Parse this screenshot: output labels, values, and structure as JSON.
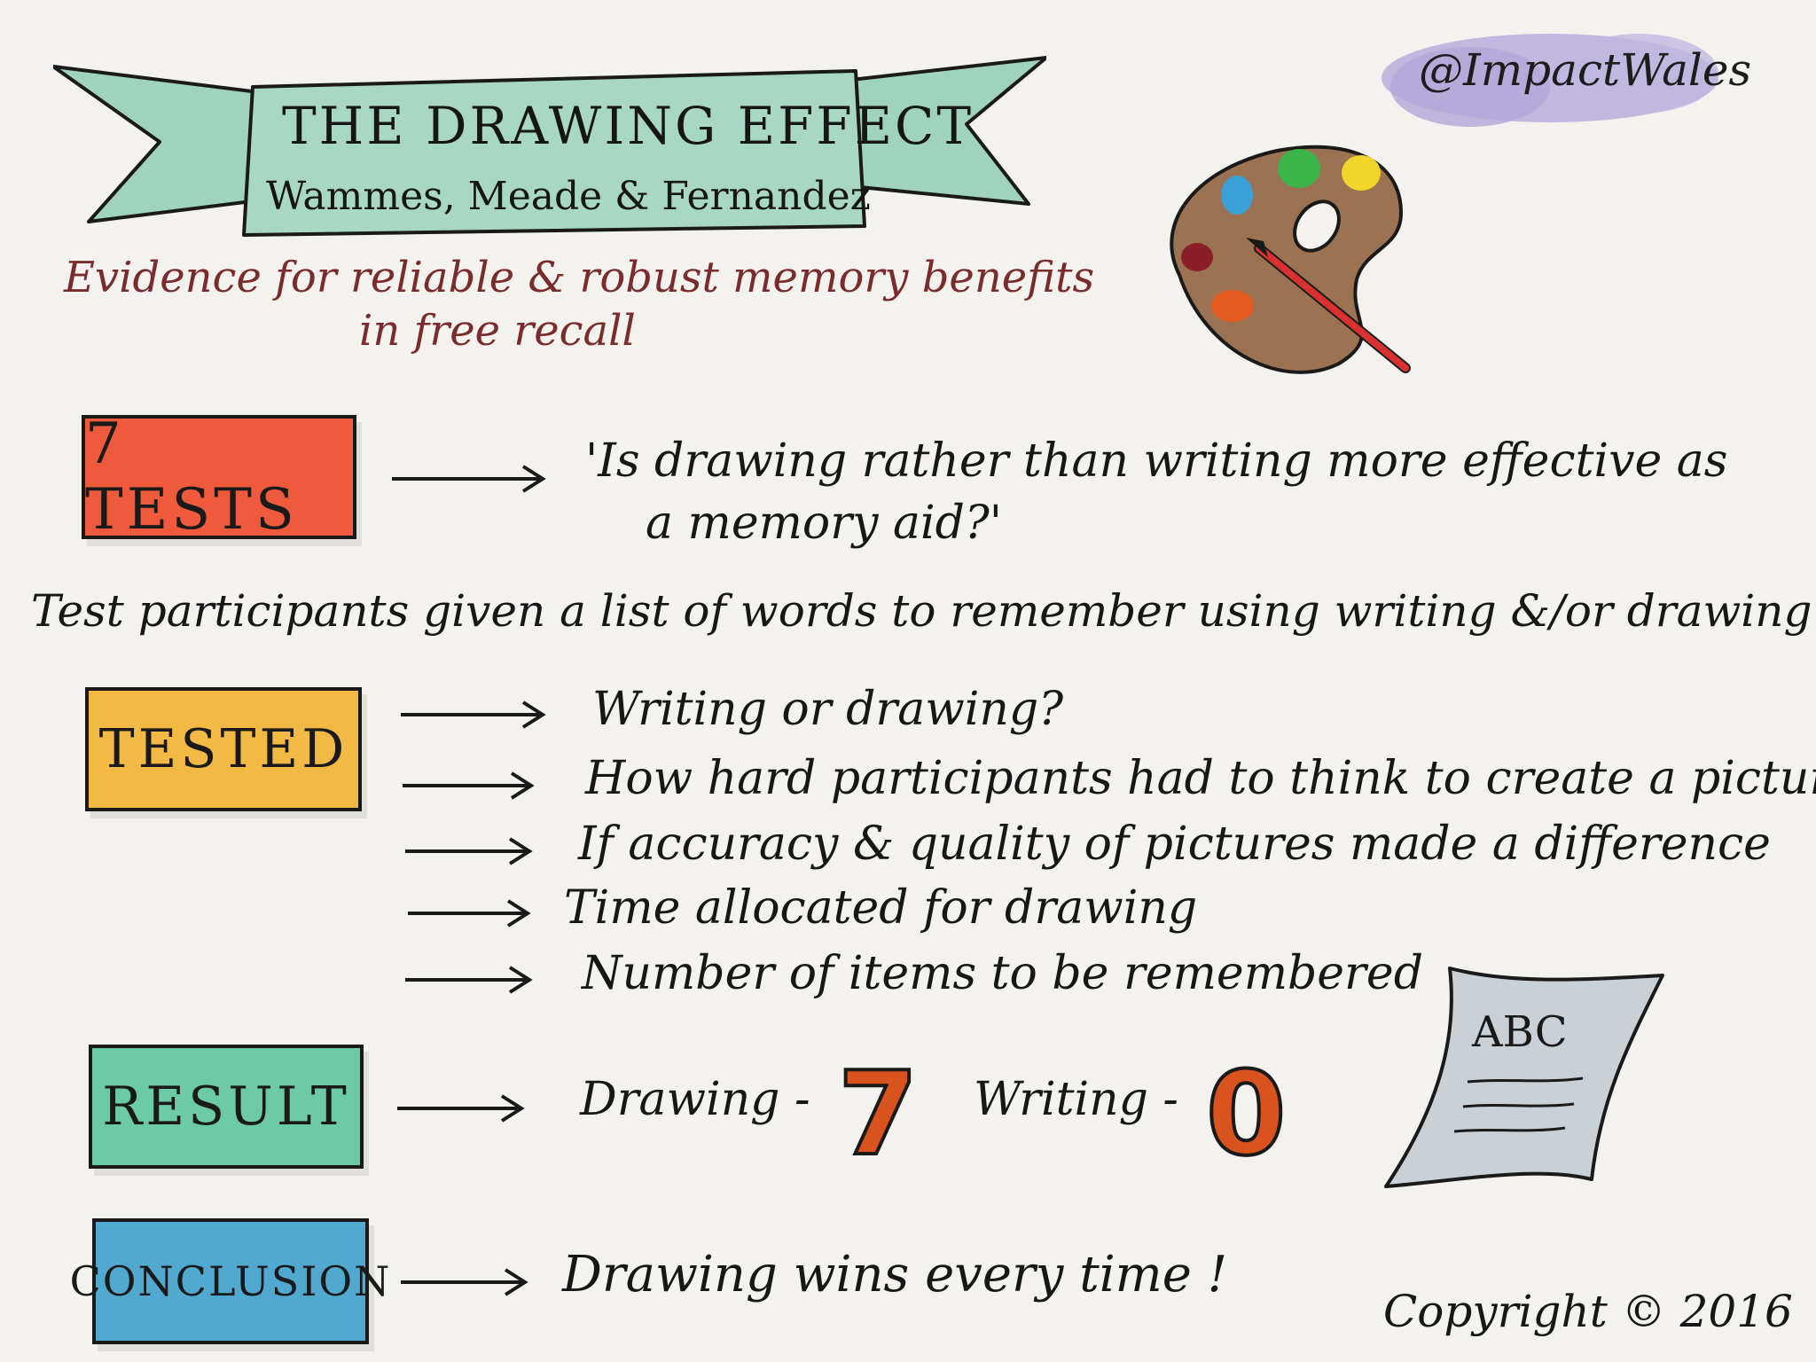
{
  "banner": {
    "title": "THE DRAWING EFFECT",
    "authors": "Wammes, Meade & Fernandez"
  },
  "subtitle": {
    "line1": "Evidence for reliable & robust memory benefits",
    "line2": "in free recall"
  },
  "handle": "@ImpactWales",
  "tests": {
    "label": "7 TESTS",
    "question_line1": "'Is drawing rather than writing more effective as",
    "question_line2": "a memory aid?'"
  },
  "participants_text": "Test participants given a list of words to remember using writing &/or drawing",
  "tested": {
    "label": "TESTED",
    "items": [
      "Writing or drawing?",
      "How hard participants had to think to create a picture",
      "If accuracy & quality of pictures made a difference",
      "Time allocated for drawing",
      "Number of items to be remembered"
    ]
  },
  "result": {
    "label": "RESULT",
    "drawing_label": "Drawing -",
    "drawing_score": "7",
    "writing_label": "Writing -",
    "writing_score": "0"
  },
  "conclusion": {
    "label": "CONCLUSION",
    "text": "Drawing wins every time !"
  },
  "paper_text": "ABC",
  "copyright": "Copyright © 2016",
  "colors": {
    "banner": "#9fd3bd",
    "tests_box": "#ef5a3c",
    "tested_box": "#f2b944",
    "result_box": "#6ccaa7",
    "conclusion_box": "#52a9d0",
    "subtitle": "#7a2c2c",
    "handle_cloud": "#b8aedc",
    "score": "#d9531e"
  }
}
